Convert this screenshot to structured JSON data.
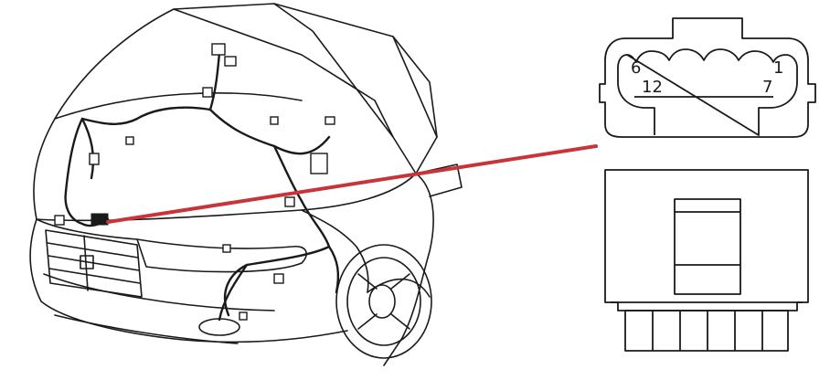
{
  "connector": {
    "pins_top_row": {
      "left": "6",
      "right": "1"
    },
    "pins_bottom_row": {
      "left": "12",
      "right": "7"
    }
  },
  "colors": {
    "line_art": "#1a1a1a",
    "leader_line": "#c8343a",
    "background": "#ffffff"
  }
}
